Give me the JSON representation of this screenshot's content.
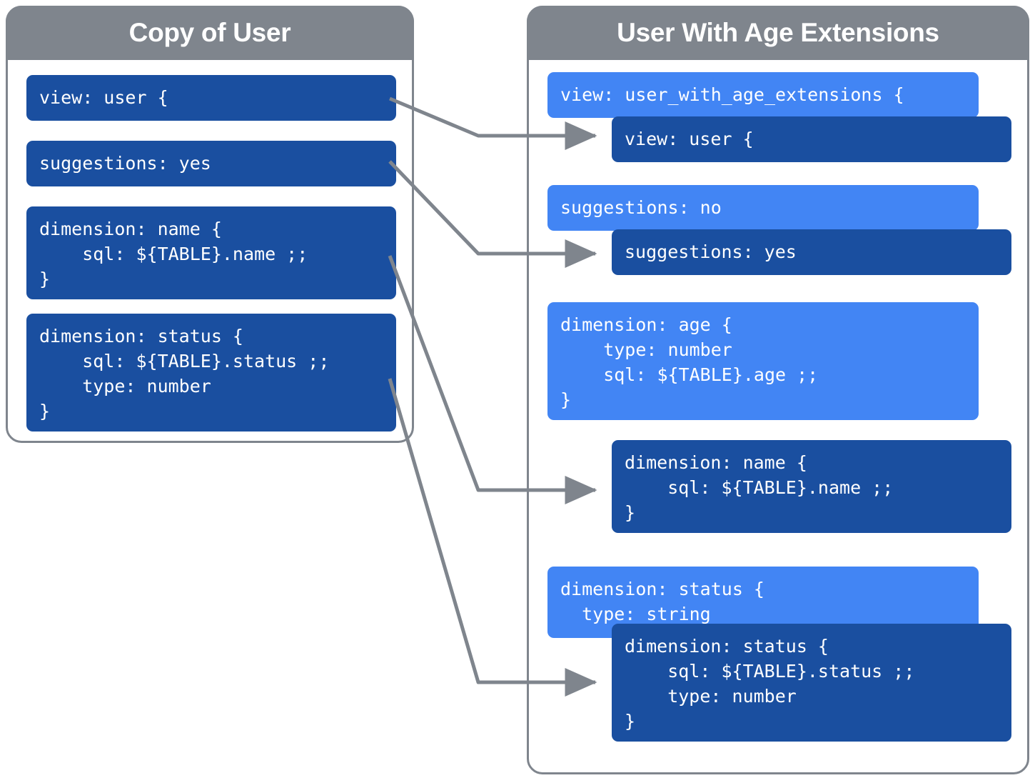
{
  "panels": {
    "left": {
      "title": "Copy of User",
      "blocks": [
        {
          "id": "left-view",
          "text": "view: user {"
        },
        {
          "id": "left-suggestions",
          "text": "suggestions: yes"
        },
        {
          "id": "left-dim-name",
          "text": "dimension: name {\n    sql: ${TABLE}.name ;;\n}"
        },
        {
          "id": "left-dim-status",
          "text": "dimension: status {\n    sql: ${TABLE}.status ;;\n    type: number\n}"
        }
      ]
    },
    "right": {
      "title": "User With Age Extensions",
      "blocks": [
        {
          "id": "right-view-ext",
          "text": "view: user_with_age_extensions {"
        },
        {
          "id": "right-view-user",
          "text": "view: user {"
        },
        {
          "id": "right-suggest-no",
          "text": "suggestions: no"
        },
        {
          "id": "right-suggest-yes",
          "text": "suggestions: yes"
        },
        {
          "id": "right-dim-age",
          "text": "dimension: age {\n    type: number\n    sql: ${TABLE}.age ;;\n}"
        },
        {
          "id": "right-dim-name",
          "text": "dimension: name {\n    sql: ${TABLE}.name ;;\n}"
        },
        {
          "id": "right-dim-status-lt",
          "text": "dimension: status {\n  type: string"
        },
        {
          "id": "right-dim-status-dk",
          "text": "dimension: status {\n    sql: ${TABLE}.status ;;\n    type: number\n}"
        }
      ]
    }
  },
  "connectors": [
    {
      "id": "conn-view",
      "from": "left-view",
      "to": "right-view-user"
    },
    {
      "id": "conn-suggestions",
      "from": "left-suggestions",
      "to": "right-suggest-yes"
    },
    {
      "id": "conn-name",
      "from": "left-dim-name",
      "to": "right-dim-name"
    },
    {
      "id": "conn-status",
      "from": "left-dim-status",
      "to": "right-dim-status-dk"
    }
  ],
  "colors": {
    "header_gray": "#7f858d",
    "connector_gray": "#7f858d",
    "block_dark_blue": "#1a4fa0",
    "block_light_blue": "#4285f4",
    "panel_background": "#ffffff",
    "text_white": "#ffffff"
  }
}
